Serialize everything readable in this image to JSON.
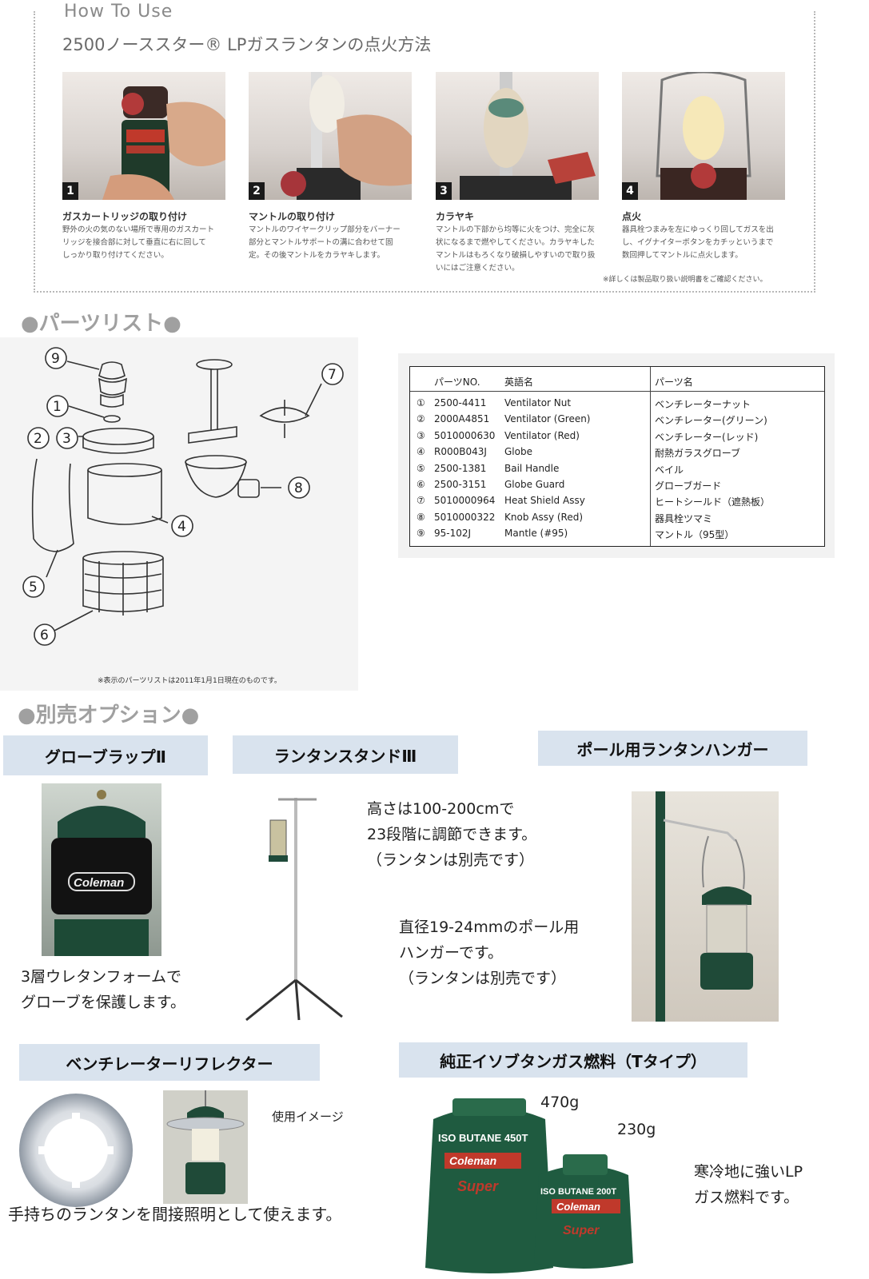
{
  "howto": {
    "title": "How To Use",
    "subtitle": "2500ノーススター® LPガスランタンの点火方法",
    "steps": [
      {
        "num": "1",
        "title": "ガスカートリッジの取り付け",
        "text": [
          "野外の火の気のない場所で専用のガスカート",
          "リッジを接合部に対して垂直に右に回して",
          "しっかり取り付けてください。"
        ]
      },
      {
        "num": "2",
        "title": "マントルの取り付け",
        "text": [
          "マントルのワイヤークリップ部分をバーナー",
          "部分とマントルサポートの溝に合わせて固",
          "定。その後マントルをカラヤキします。"
        ]
      },
      {
        "num": "3",
        "title": "カラヤキ",
        "text": [
          "マントルの下部から均等に火をつけ、完全に灰",
          "状になるまで燃やしてください。カラヤキした",
          "マントルはもろくなり破損しやすいので取り扱",
          "いにはご注意ください。"
        ]
      },
      {
        "num": "4",
        "title": "点火",
        "text": [
          "器具栓つまみを左にゆっくり回してガスを出",
          "し、イグナイターボタンをカチッというまで",
          "数回押してマントルに点火します。"
        ]
      }
    ],
    "note": "※詳しくは製品取り扱い説明書をご確認ください。"
  },
  "parts": {
    "heading": "●パーツリスト●",
    "diagram_labels": [
      "1",
      "2",
      "3",
      "4",
      "5",
      "6",
      "7",
      "8",
      "9"
    ],
    "diagram_note": "※表示のパーツリストは2011年1月1日現在のものです。",
    "table": {
      "headers": [
        "パーツNO.",
        "英語名",
        "パーツ名"
      ],
      "rows": [
        {
          "idx": "①",
          "no": "2500-4411",
          "en": "Ventilator Nut",
          "ja": "ベンチレーターナット"
        },
        {
          "idx": "②",
          "no": "2000A4851",
          "en": "Ventilator (Green)",
          "ja": "ベンチレーター(グリーン)"
        },
        {
          "idx": "③",
          "no": "5010000630",
          "en": "Ventilator (Red)",
          "ja": "ベンチレーター(レッド)"
        },
        {
          "idx": "④",
          "no": "R000B043J",
          "en": "Globe",
          "ja": "耐熱ガラスグローブ"
        },
        {
          "idx": "⑤",
          "no": "2500-1381",
          "en": "Bail Handle",
          "ja": "ベイル"
        },
        {
          "idx": "⑥",
          "no": "2500-3151",
          "en": "Globe Guard",
          "ja": "グローブガード"
        },
        {
          "idx": "⑦",
          "no": "5010000964",
          "en": "Heat Shield Assy",
          "ja": "ヒートシールド（遮熱板）"
        },
        {
          "idx": "⑧",
          "no": "5010000322",
          "en": "Knob Assy (Red)",
          "ja": "器具栓ツマミ"
        },
        {
          "idx": "⑨",
          "no": "95-102J",
          "en": "Mantle (#95)",
          "ja": "マントル（95型）"
        }
      ]
    }
  },
  "options": {
    "heading": "●別売オプション●",
    "globe_wrap": {
      "label": "グローブラップⅡ",
      "brand": "Coleman",
      "text": [
        "3層ウレタンフォームで",
        "グローブを保護します。"
      ]
    },
    "lantern_stand": {
      "label": "ランタンスタンドⅢ",
      "text": [
        "高さは100-200cmで",
        "23段階に調節できます。",
        "（ランタンは別売です）"
      ]
    },
    "pole_hanger": {
      "label": "ポール用ランタンハンガー",
      "text": [
        "直径19-24mmのポール用",
        "ハンガーです。",
        "（ランタンは別売です）"
      ]
    },
    "reflector": {
      "label": "ベンチレーターリフレクター",
      "caption": "使用イメージ",
      "text": "手持ちのランタンを間接照明として使えます。"
    },
    "fuel": {
      "label": "純正イソブタンガス燃料（Tタイプ）",
      "size_large": "470g",
      "size_small": "230g",
      "can_large_text": "ISO BUTANE 450T",
      "can_small_text": "ISO BUTANE 200T",
      "brand": "Coleman",
      "sub": "Super",
      "text": [
        "寒冷地に強いLP",
        "ガス燃料です。"
      ]
    }
  }
}
